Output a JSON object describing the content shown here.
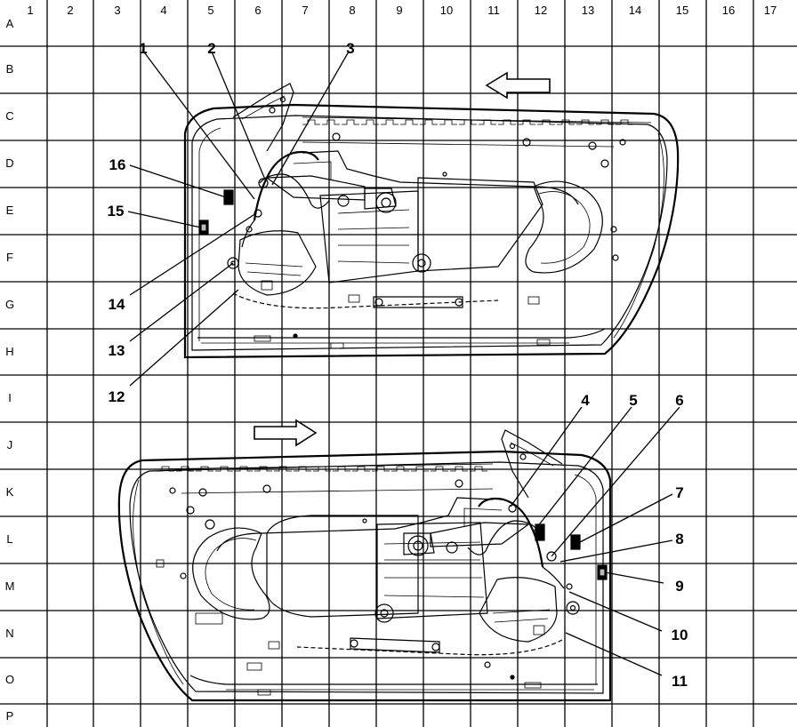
{
  "grid": {
    "columns": [
      "1",
      "2",
      "3",
      "4",
      "5",
      "6",
      "7",
      "8",
      "9",
      "10",
      "11",
      "12",
      "13",
      "14",
      "15",
      "16",
      "17"
    ],
    "rows": [
      "A",
      "B",
      "C",
      "D",
      "E",
      "F",
      "G",
      "H",
      "I",
      "J",
      "K",
      "L",
      "M",
      "N",
      "O",
      "P"
    ]
  },
  "callouts": {
    "c1": "1",
    "c2": "2",
    "c3": "3",
    "c4": "4",
    "c5": "5",
    "c6": "6",
    "c7": "7",
    "c8": "8",
    "c9": "9",
    "c10": "10",
    "c11": "11",
    "c12": "12",
    "c13": "13",
    "c14": "14",
    "c15": "15",
    "c16": "16"
  },
  "icons": {
    "top_arrow": "left-arrow-icon",
    "bottom_arrow": "right-arrow-icon"
  },
  "colors": {
    "line": "#000000",
    "background": "#ffffff"
  }
}
